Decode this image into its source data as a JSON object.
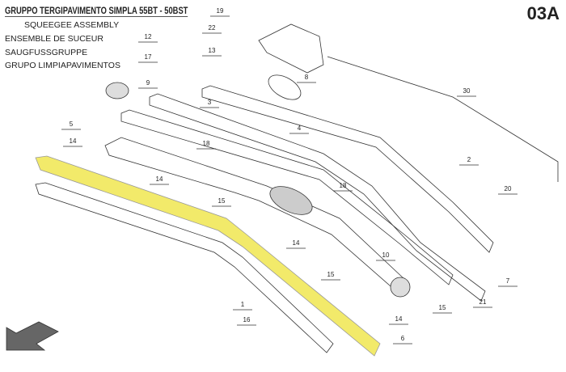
{
  "header": {
    "title": "GRUPPO TERGIPAVIMENTO SIMPLA 55BT - 50BST",
    "subtitles": [
      "SQUEEGEE ASSEMBLY",
      "ENSEMBLE DE SUCEUR",
      "SAUGFUSSGRUPPE",
      "GRUPO LIMPIAPAVIMENTOS"
    ],
    "code": "03A"
  },
  "callouts": [
    "19",
    "22",
    "13",
    "12",
    "17",
    "9",
    "8",
    "30",
    "3",
    "5",
    "4",
    "14",
    "18",
    "18",
    "2",
    "20",
    "14",
    "15",
    "14",
    "10",
    "15",
    "7",
    "15",
    "21",
    "1",
    "14",
    "16",
    "6"
  ],
  "colors": {
    "highlight": "#f2ea6a",
    "line": "#333333"
  }
}
